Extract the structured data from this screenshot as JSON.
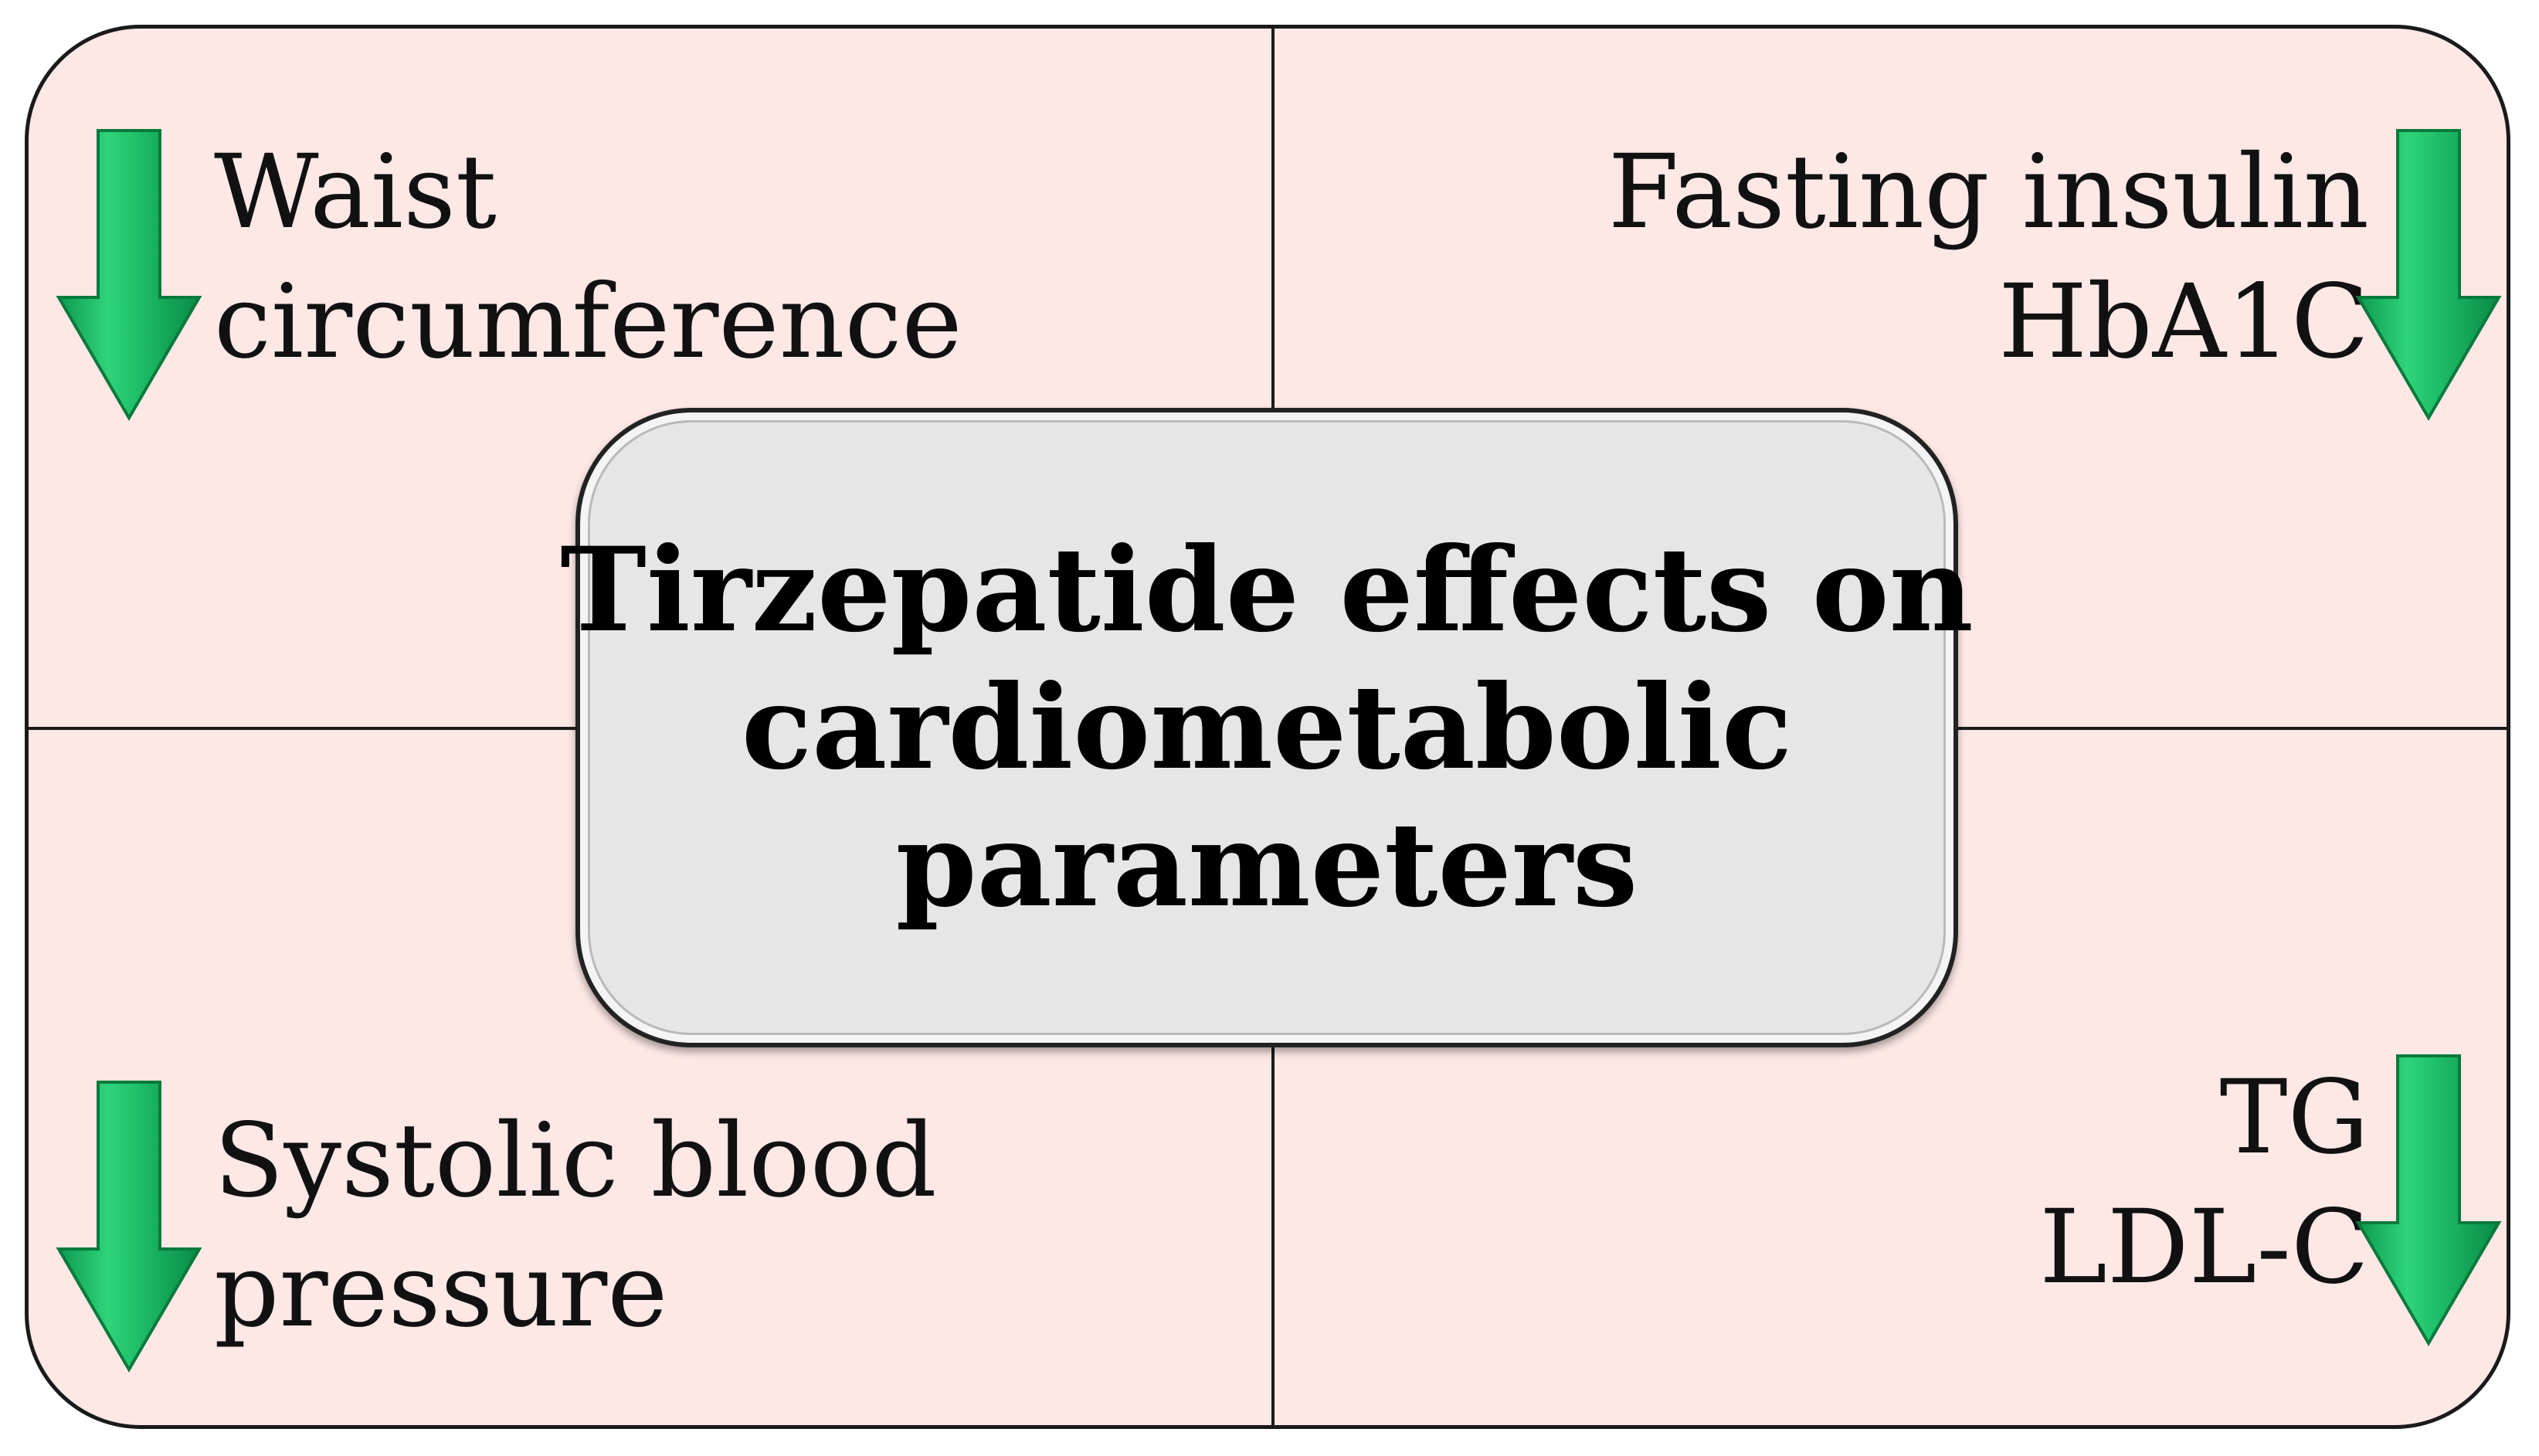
{
  "center": {
    "title_lines": [
      "Tirzepatide effects on",
      "cardiometabolic",
      "parameters"
    ]
  },
  "quadrants": {
    "top_left": {
      "lines": [
        "Waist",
        "circumference"
      ],
      "indicator_icon": "arrow-down-icon"
    },
    "top_right": {
      "lines": [
        "Fasting insulin",
        "HbA1C"
      ],
      "indicator_icon": "arrow-down-icon"
    },
    "bottom_left": {
      "lines": [
        "Systolic blood",
        "pressure"
      ],
      "indicator_icon": "arrow-down-icon"
    },
    "bottom_right": {
      "lines": [
        "TG",
        "LDL-C"
      ],
      "indicator_icon": "arrow-down-icon"
    }
  },
  "colors": {
    "background": "#fde8e6",
    "arrow_fill": "#1fb866",
    "arrow_highlight": "#7fe6a8",
    "center_fill": "#e6e6e6"
  }
}
